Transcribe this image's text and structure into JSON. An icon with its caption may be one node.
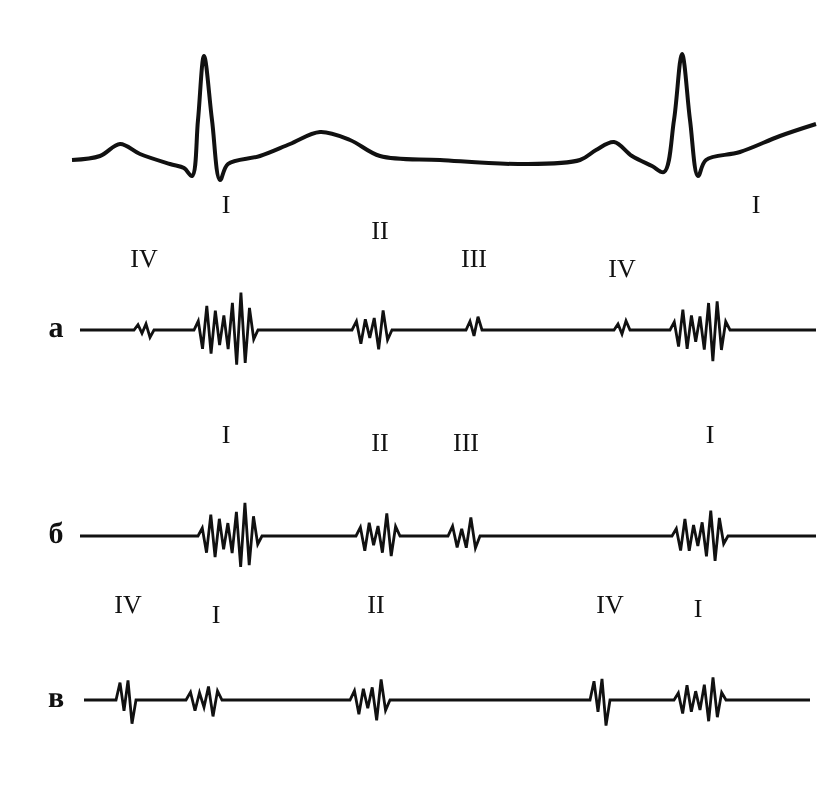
{
  "diagram": {
    "labels": [
      "I",
      "I",
      "II",
      "IV",
      "III",
      "IV",
      "а",
      "I",
      "II",
      "III",
      "I",
      "б",
      "IV",
      "I",
      "II",
      "IV",
      "I",
      "в"
    ]
  }
}
